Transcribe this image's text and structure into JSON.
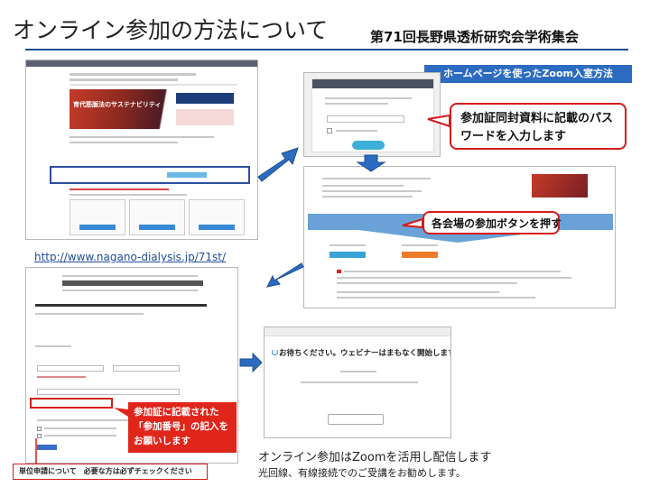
{
  "header": {
    "title": "オンライン参加の方法について",
    "organization": "第71回長野県透析研究会学術集会"
  },
  "tag": {
    "label": "ホームページを使ったZoom入室方法"
  },
  "homepage": {
    "hero_text": "育代筋脈法のサステナビリティ",
    "url": "http://www.nagano-dialysis.jp/71st/"
  },
  "callouts": {
    "password": "参加証同封資料に記載のパスワードを入力します",
    "join_button": "各会場の参加ボタンを押す",
    "participant_number": "参加証に記載された「参加番号」の記入をお願いします"
  },
  "waiting": {
    "message": "お待ちください。ウェビナーはまもなく開始します。"
  },
  "unit_note": "単位申請について　必要な方は必ずチェックください",
  "footer": {
    "line1": "オンライン参加はZoomを活用し配信します",
    "line2": "光回線、有線接続でのご受講をお勧めします。"
  },
  "colors": {
    "accent_blue": "#2c6cc0",
    "callout_red": "#d41c1c",
    "title_rule": "#1f4e9c"
  }
}
